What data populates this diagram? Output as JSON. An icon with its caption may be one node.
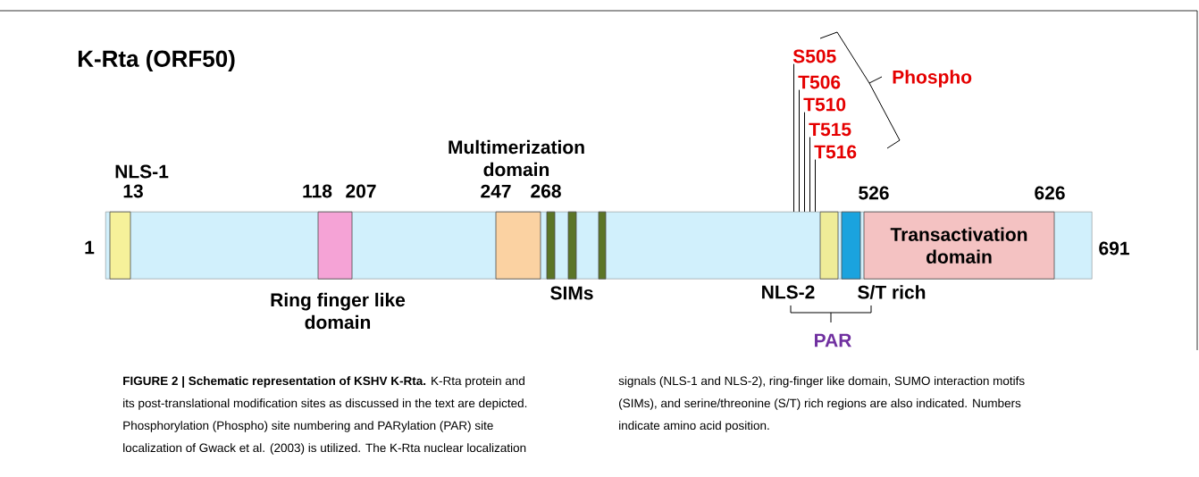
{
  "diagram": {
    "title": "K-Rta (ORF50)",
    "caption": "**FIGURE 2 | Schematic representation of KSHV K-Rta.** K-Rta protein and its post-translational modification sites as discussed in the text are depicted. Phosphorylation (Phospho) site numbering and PARylation (PAR) site localization of Gwack et al. (2003) is utilized. The K-Rta nuclear localization signals (NLS-1 and NLS-2), ring-finger like domain, SUMO interaction motifs (SIMs), and serine/threonine (S/T) rich regions are also indicated. Numbers indicate amino acid position.",
    "nodes": [
      {
        "text": [],
        "shape": "bar"
      },
      {
        "text": [
          "NLS-1"
        ],
        "in": 0
      },
      {
        "text": [
          "Ring finger like domain"
        ],
        "in": 0
      },
      {
        "text": [
          "Multimerization domain"
        ],
        "in": 0
      },
      {
        "text": [],
        "shape": "bar",
        "in": 0
      },
      {
        "text": [],
        "shape": "bar",
        "in": 0
      },
      {
        "text": [],
        "shape": "bar",
        "in": 0
      },
      {
        "text": [
          "NLS-2"
        ],
        "in": 0
      },
      {
        "text": [
          "S/T rich"
        ],
        "in": 0
      },
      {
        "text": [
          "Transactivation domain"
        ],
        "in": 0
      },
      {
        "text": [
          "S505"
        ]
      },
      {
        "text": [
          "T506"
        ]
      },
      {
        "text": [
          "T510"
        ]
      },
      {
        "text": [
          "T515"
        ]
      },
      {
        "text": [
          "T516"
        ]
      }
    ],
    "edges": [
      {
        "from": 10,
        "to": 0,
        "arrow": "none"
      },
      {
        "from": 11,
        "to": 0,
        "arrow": "none"
      },
      {
        "from": 12,
        "to": 0,
        "arrow": "none"
      },
      {
        "from": 13,
        "to": 0,
        "arrow": "none"
      },
      {
        "from": 14,
        "to": 0,
        "arrow": "none"
      }
    ],
    "labels": [
      "1",
      "13",
      "118",
      "207",
      "247",
      "268",
      "526",
      "626",
      "691",
      "Phospho",
      "PAR",
      "SIMs"
    ]
  }
}
